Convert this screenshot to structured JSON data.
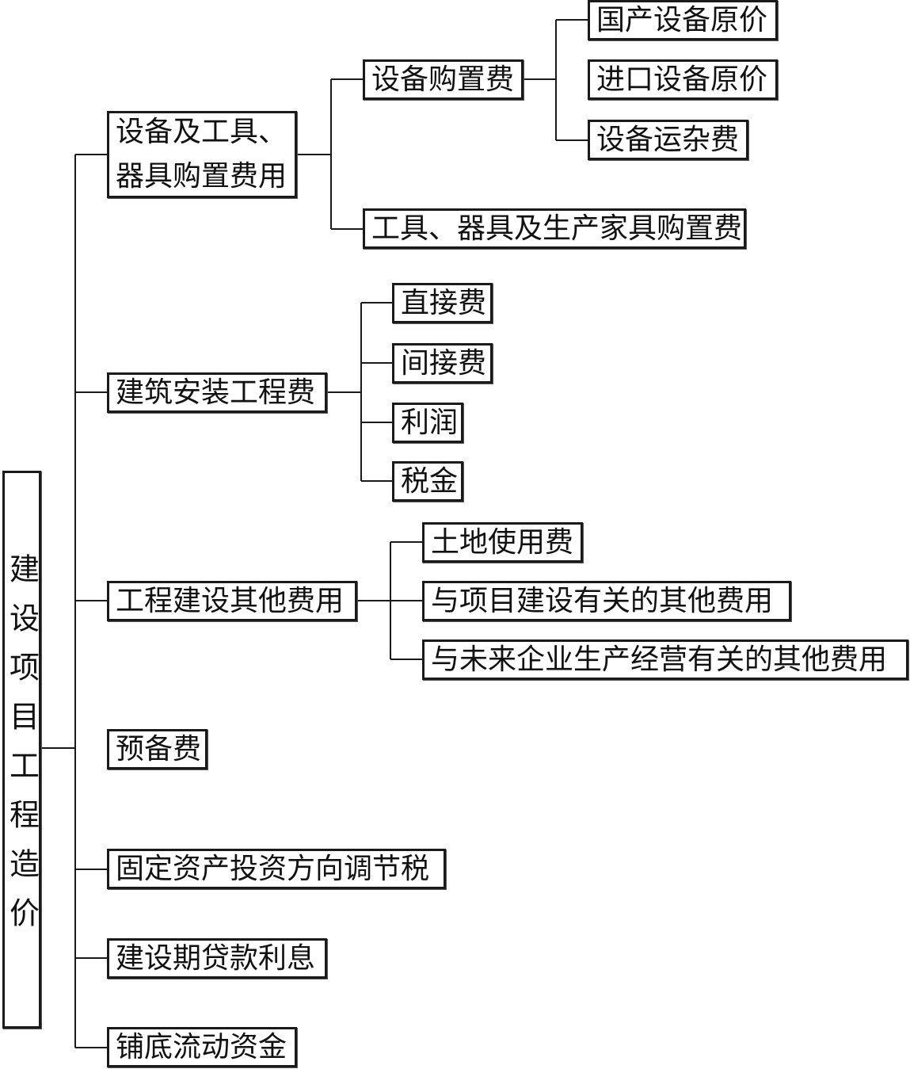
{
  "root": "建设项目工程造价",
  "level1": {
    "equipment": "设备及工具、\n器具购置费用",
    "construction": "建筑安装工程费",
    "other": "工程建设其他费用",
    "reserve": "预备费",
    "investment_tax": "固定资产投资方向调节税",
    "loan_interest": "建设期贷款利息",
    "working_capital": "铺底流动资金"
  },
  "level2": {
    "equipment_purchase": "设备购置费",
    "tools_purchase": "工具、器具及生产家具购置费",
    "direct": "直接费",
    "indirect": "间接费",
    "profit": "利润",
    "tax": "税金",
    "land": "土地使用费",
    "project_related": "与项目建设有关的其他费用",
    "future_related": "与未来企业生产经营有关的其他费用"
  },
  "level3": {
    "domestic": "国产设备原价",
    "imported": "进口设备原价",
    "transport": "设备运杂费"
  }
}
